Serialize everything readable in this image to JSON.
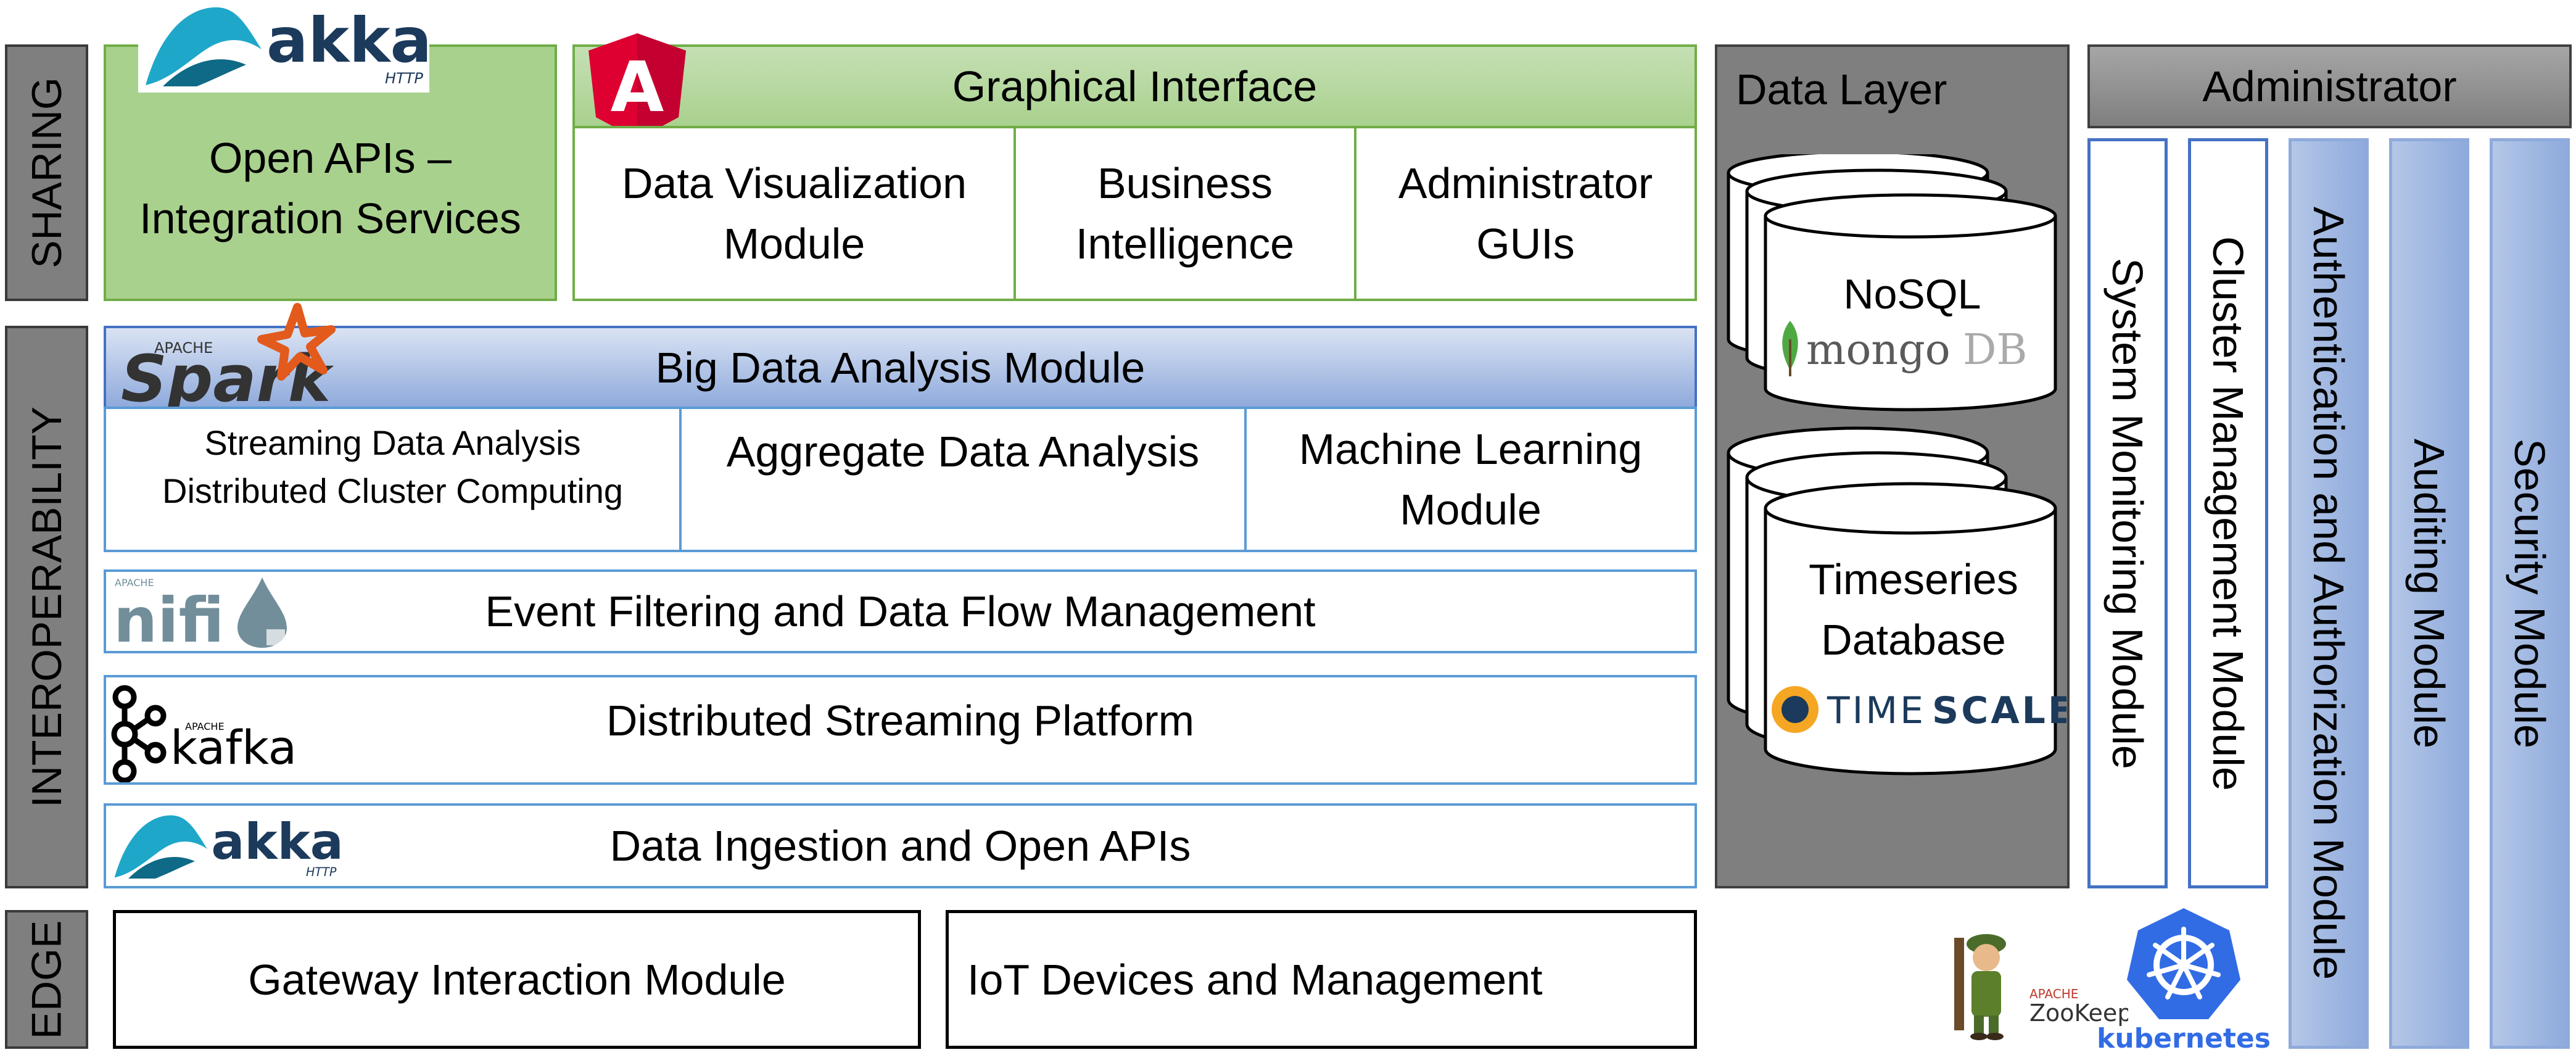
{
  "layers": {
    "sharing": "SHARING",
    "interoperability": "INTEROPERABILITY",
    "edge": "EDGE"
  },
  "sharing": {
    "open_apis": "Open APIs –\nIntegration Services",
    "graphical_interface": "Graphical Interface",
    "modules": [
      "Data Visualization\nModule",
      "Business\nIntelligence",
      "Administrator\nGUIs"
    ]
  },
  "interoperability": {
    "big_data": "Big Data Analysis Module",
    "analysis": [
      "Streaming Data Analysis\nDistributed Cluster Computing",
      "Aggregate Data Analysis",
      "Machine Learning\nModule"
    ],
    "event_filtering": "Event Filtering and Data Flow Management",
    "streaming_platform": "Distributed Streaming Platform",
    "ingestion": "Data Ingestion and Open APIs"
  },
  "edge": {
    "gateway": "Gateway Interaction Module",
    "iot": "IoT Devices and Management"
  },
  "data_layer": {
    "title": "Data Layer",
    "nosql": "NoSQL",
    "timeseries": "Timeseries\nDatabase"
  },
  "administrator": {
    "title": "Administrator",
    "modules": [
      "System Monitoring Module",
      "Cluster Management Module",
      "Authentication and Authorization Module",
      "Auditing Module",
      "Security Module"
    ]
  },
  "logos": {
    "akka": "akka",
    "akka_sub": "HTTP",
    "angular": "A",
    "spark_apache": "APACHE",
    "spark": "Spark",
    "nifi_apache": "APACHE",
    "nifi": "nifi",
    "kafka_apache": "APACHE",
    "kafka": "kafka",
    "mongo_a": "mongo",
    "mongo_b": "DB",
    "timescale_a": "TIME",
    "timescale_b": "SCALE",
    "zookeeper_apache": "APACHE",
    "zookeeper": "ZooKeeper",
    "kubernetes": "kubernetes"
  },
  "colors": {
    "sharing_green": "#a9d18e",
    "interop_blue": "#8faadc",
    "layer_gray": "#7f7f7f"
  }
}
